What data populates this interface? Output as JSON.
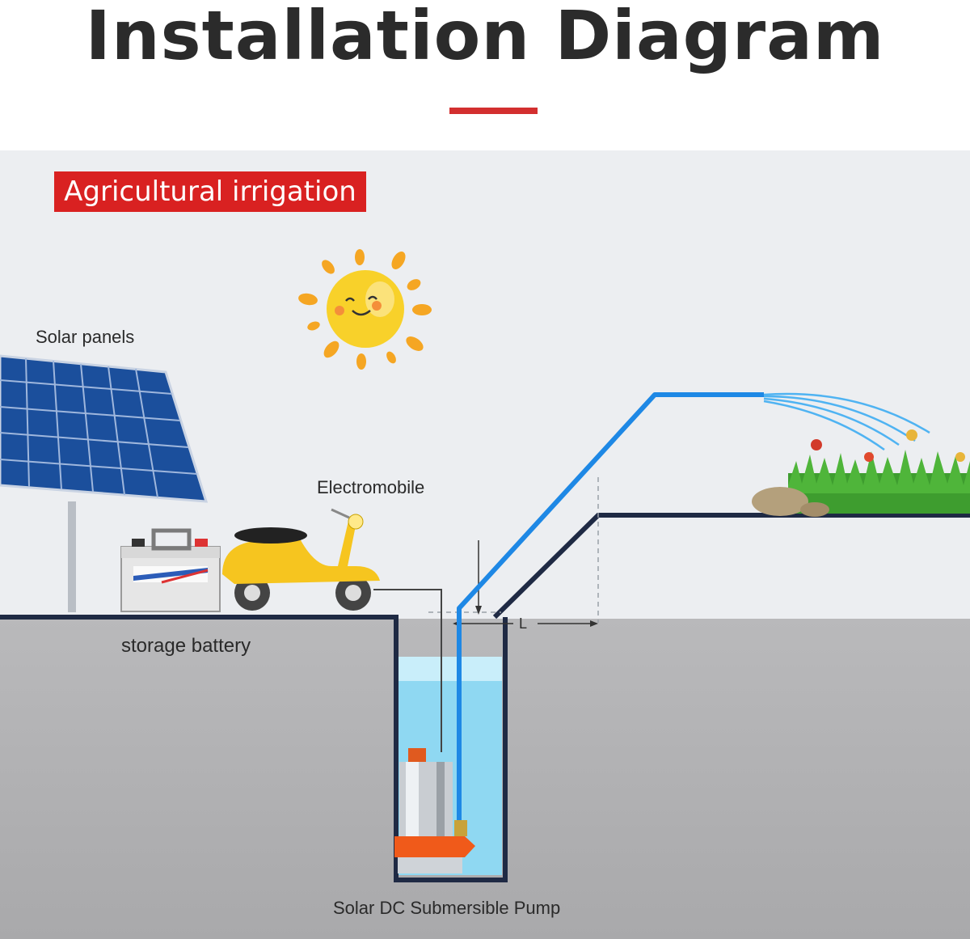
{
  "header": {
    "title": "Installation Diagram"
  },
  "badge": {
    "text": "Agricultural irrigation"
  },
  "labels": {
    "solar_panels": "Solar panels",
    "electromobile": "Electromobile",
    "storage_battery": "storage battery",
    "pump": "Solar DC Submersible Pump",
    "distance": "L"
  },
  "colors": {
    "accent": "#d32f2f",
    "pipe": "#1e88e5",
    "outline": "#1f2a44",
    "water": "#7fd0ef"
  }
}
